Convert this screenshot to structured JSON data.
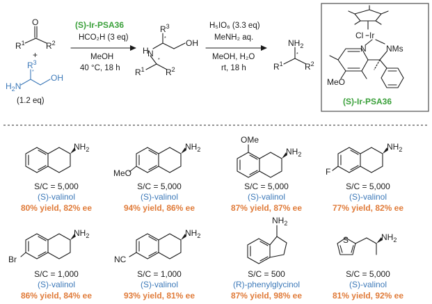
{
  "reaction": {
    "step1": {
      "catalyst": "(S)-Ir-PSA36",
      "acid": "HCO₂H (3 eq)",
      "solvent": "MeOH",
      "conditions": "40 °C, 18 h"
    },
    "reagent_equiv": "(1.2 eq)",
    "step2": {
      "oxidant": "H₅IO₆ (3.3 eq)",
      "amine": "MeNH₂ aq.",
      "solvent": "MeOH, H₂O",
      "conditions": "rt, 18 h"
    },
    "catalyst_label": "(S)-Ir-PSA36"
  },
  "products": [
    {
      "sc": "S/C = 5,000",
      "aux": "(S)-valinol",
      "result": "80% yield, 82% ee"
    },
    {
      "sc": "S/C = 5,000",
      "aux": "(S)-valinol",
      "result": "94% yield, 86% ee"
    },
    {
      "sc": "S/C = 5,000",
      "aux": "(S)-valinol",
      "result": "87% yield, 87% ee"
    },
    {
      "sc": "S/C = 5,000",
      "aux": "(S)-valinol",
      "result": "77% yield, 82% ee"
    },
    {
      "sc": "S/C = 1,000",
      "aux": "(S)-valinol",
      "result": "86% yield, 84% ee"
    },
    {
      "sc": "S/C = 1,000",
      "aux": "(S)-valinol",
      "result": "93% yield, 81% ee"
    },
    {
      "sc": "S/C = 500",
      "aux": "(R)-phenylglycinol",
      "result": "87% yield, 98% ee"
    },
    {
      "sc": "S/C = 5,000",
      "aux": "(S)-valinol",
      "result": "81% yield, 92% ee"
    }
  ],
  "colors": {
    "catalyst": "#3aa03a",
    "auxiliary": "#3b78b8",
    "result": "#e07b39"
  }
}
